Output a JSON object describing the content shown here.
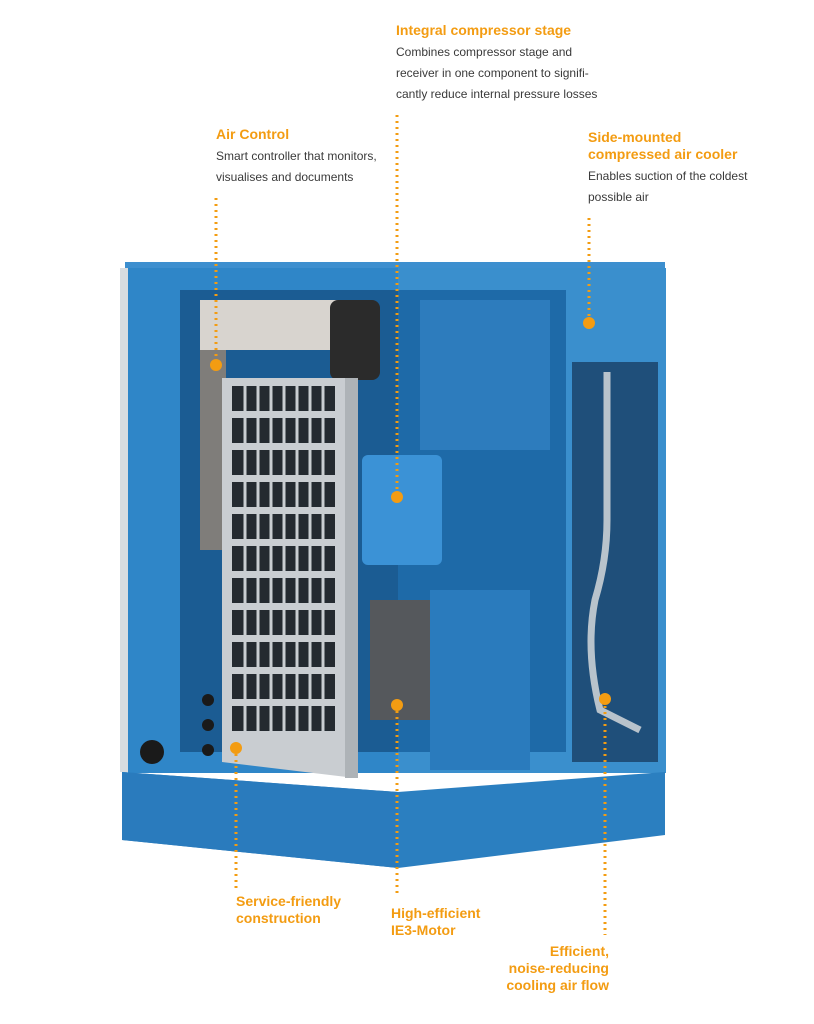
{
  "colors": {
    "accent": "#f39c12",
    "machine_blue": "#2b7fc0",
    "machine_dark": "#1f5f94",
    "text": "#3a3a3a"
  },
  "callouts": {
    "integral": {
      "title": "Integral compressor stage",
      "desc": [
        "Combines compressor stage and",
        "receiver in one component to signifi-",
        "cantly reduce internal pressure losses"
      ]
    },
    "air_control": {
      "title": "Air Control",
      "desc": [
        "Smart controller that monitors,",
        "visualises and documents"
      ]
    },
    "cooler": {
      "title": [
        "Side-mounted",
        "compressed air cooler"
      ],
      "desc": [
        "Enables suction of the coldest",
        "possible air"
      ]
    },
    "service": {
      "title": [
        "Service-friendly",
        "construction"
      ]
    },
    "motor": {
      "title": [
        "High-efficient",
        "IE3-Motor"
      ]
    },
    "airflow": {
      "title": [
        "Efficient,",
        "noise-reducing",
        "cooling air flow"
      ]
    }
  }
}
